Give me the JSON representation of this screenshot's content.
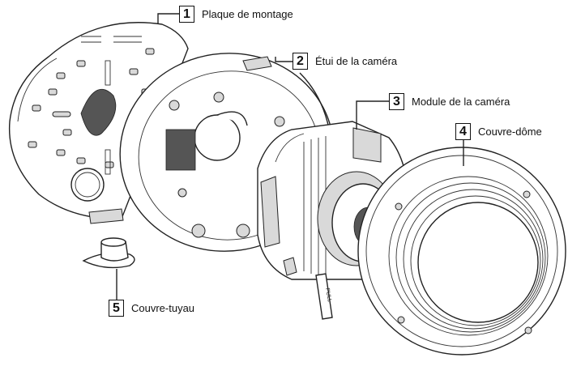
{
  "callouts": [
    {
      "number": "1",
      "label": "Plaque de montage"
    },
    {
      "number": "2",
      "label": "Étui de la caméra"
    },
    {
      "number": "3",
      "label": "Module de la caméra"
    },
    {
      "number": "4",
      "label": "Couvre-dôme"
    },
    {
      "number": "5",
      "label": "Couvre-tuyau"
    }
  ],
  "part_text": {
    "pull_tab": "PULL"
  }
}
